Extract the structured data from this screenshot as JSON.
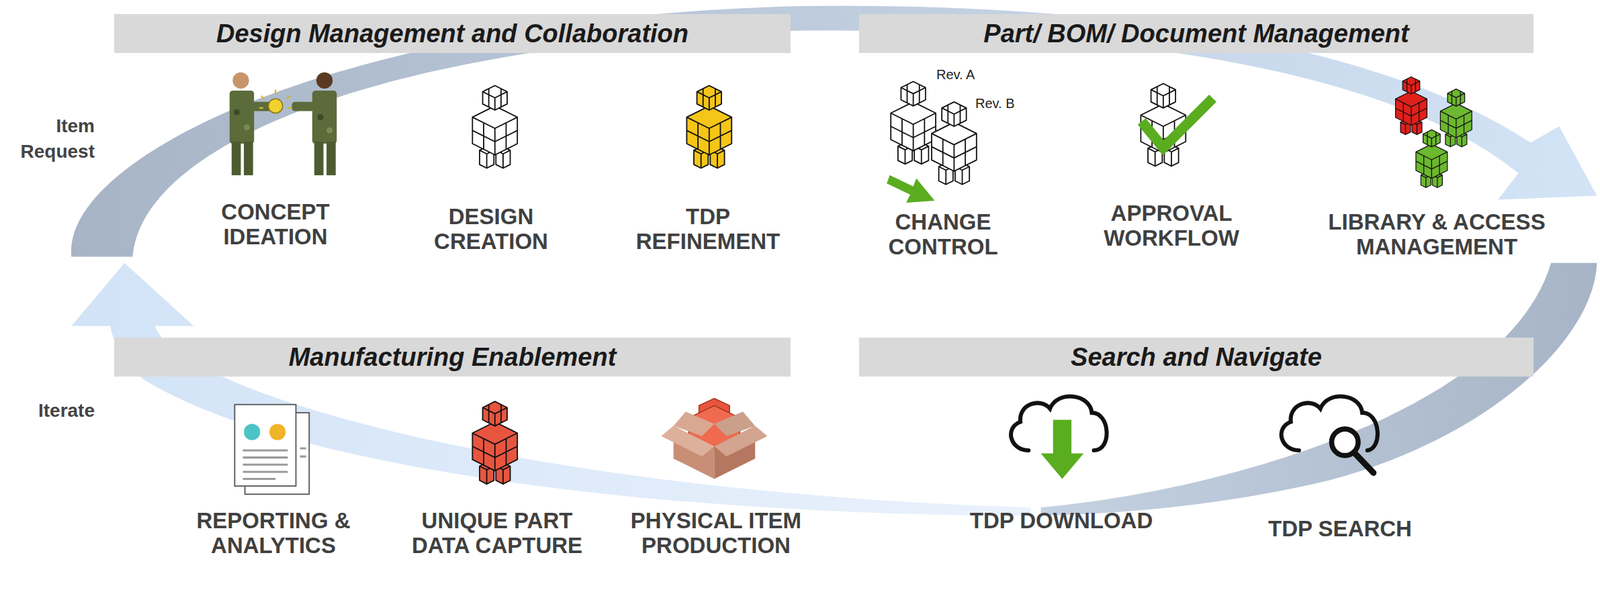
{
  "diagram": {
    "nodes": [
      {
        "text": [
          "Design Management and Collaboration"
        ]
      },
      {
        "text": [
          "Part/ BOM/ Document Management"
        ]
      },
      {
        "text": [
          "Manufacturing Enablement"
        ]
      },
      {
        "text": [
          "Search and Navigate"
        ]
      }
    ],
    "labels": [
      "Item Request",
      "Iterate",
      "CONCEPT IDEATION",
      "DESIGN CREATION",
      "TDP REFINEMENT",
      "Rev. A",
      "Rev. B",
      "CHANGE CONTROL",
      "APPROVAL WORKFLOW",
      "LIBRARY & ACCESS MANAGEMENT",
      "REPORTING & ANALYTICS",
      "UNIQUE PART DATA CAPTURE",
      "PHYSICAL ITEM PRODUCTION",
      "TDP DOWNLOAD",
      "TDP SEARCH"
    ]
  }
}
